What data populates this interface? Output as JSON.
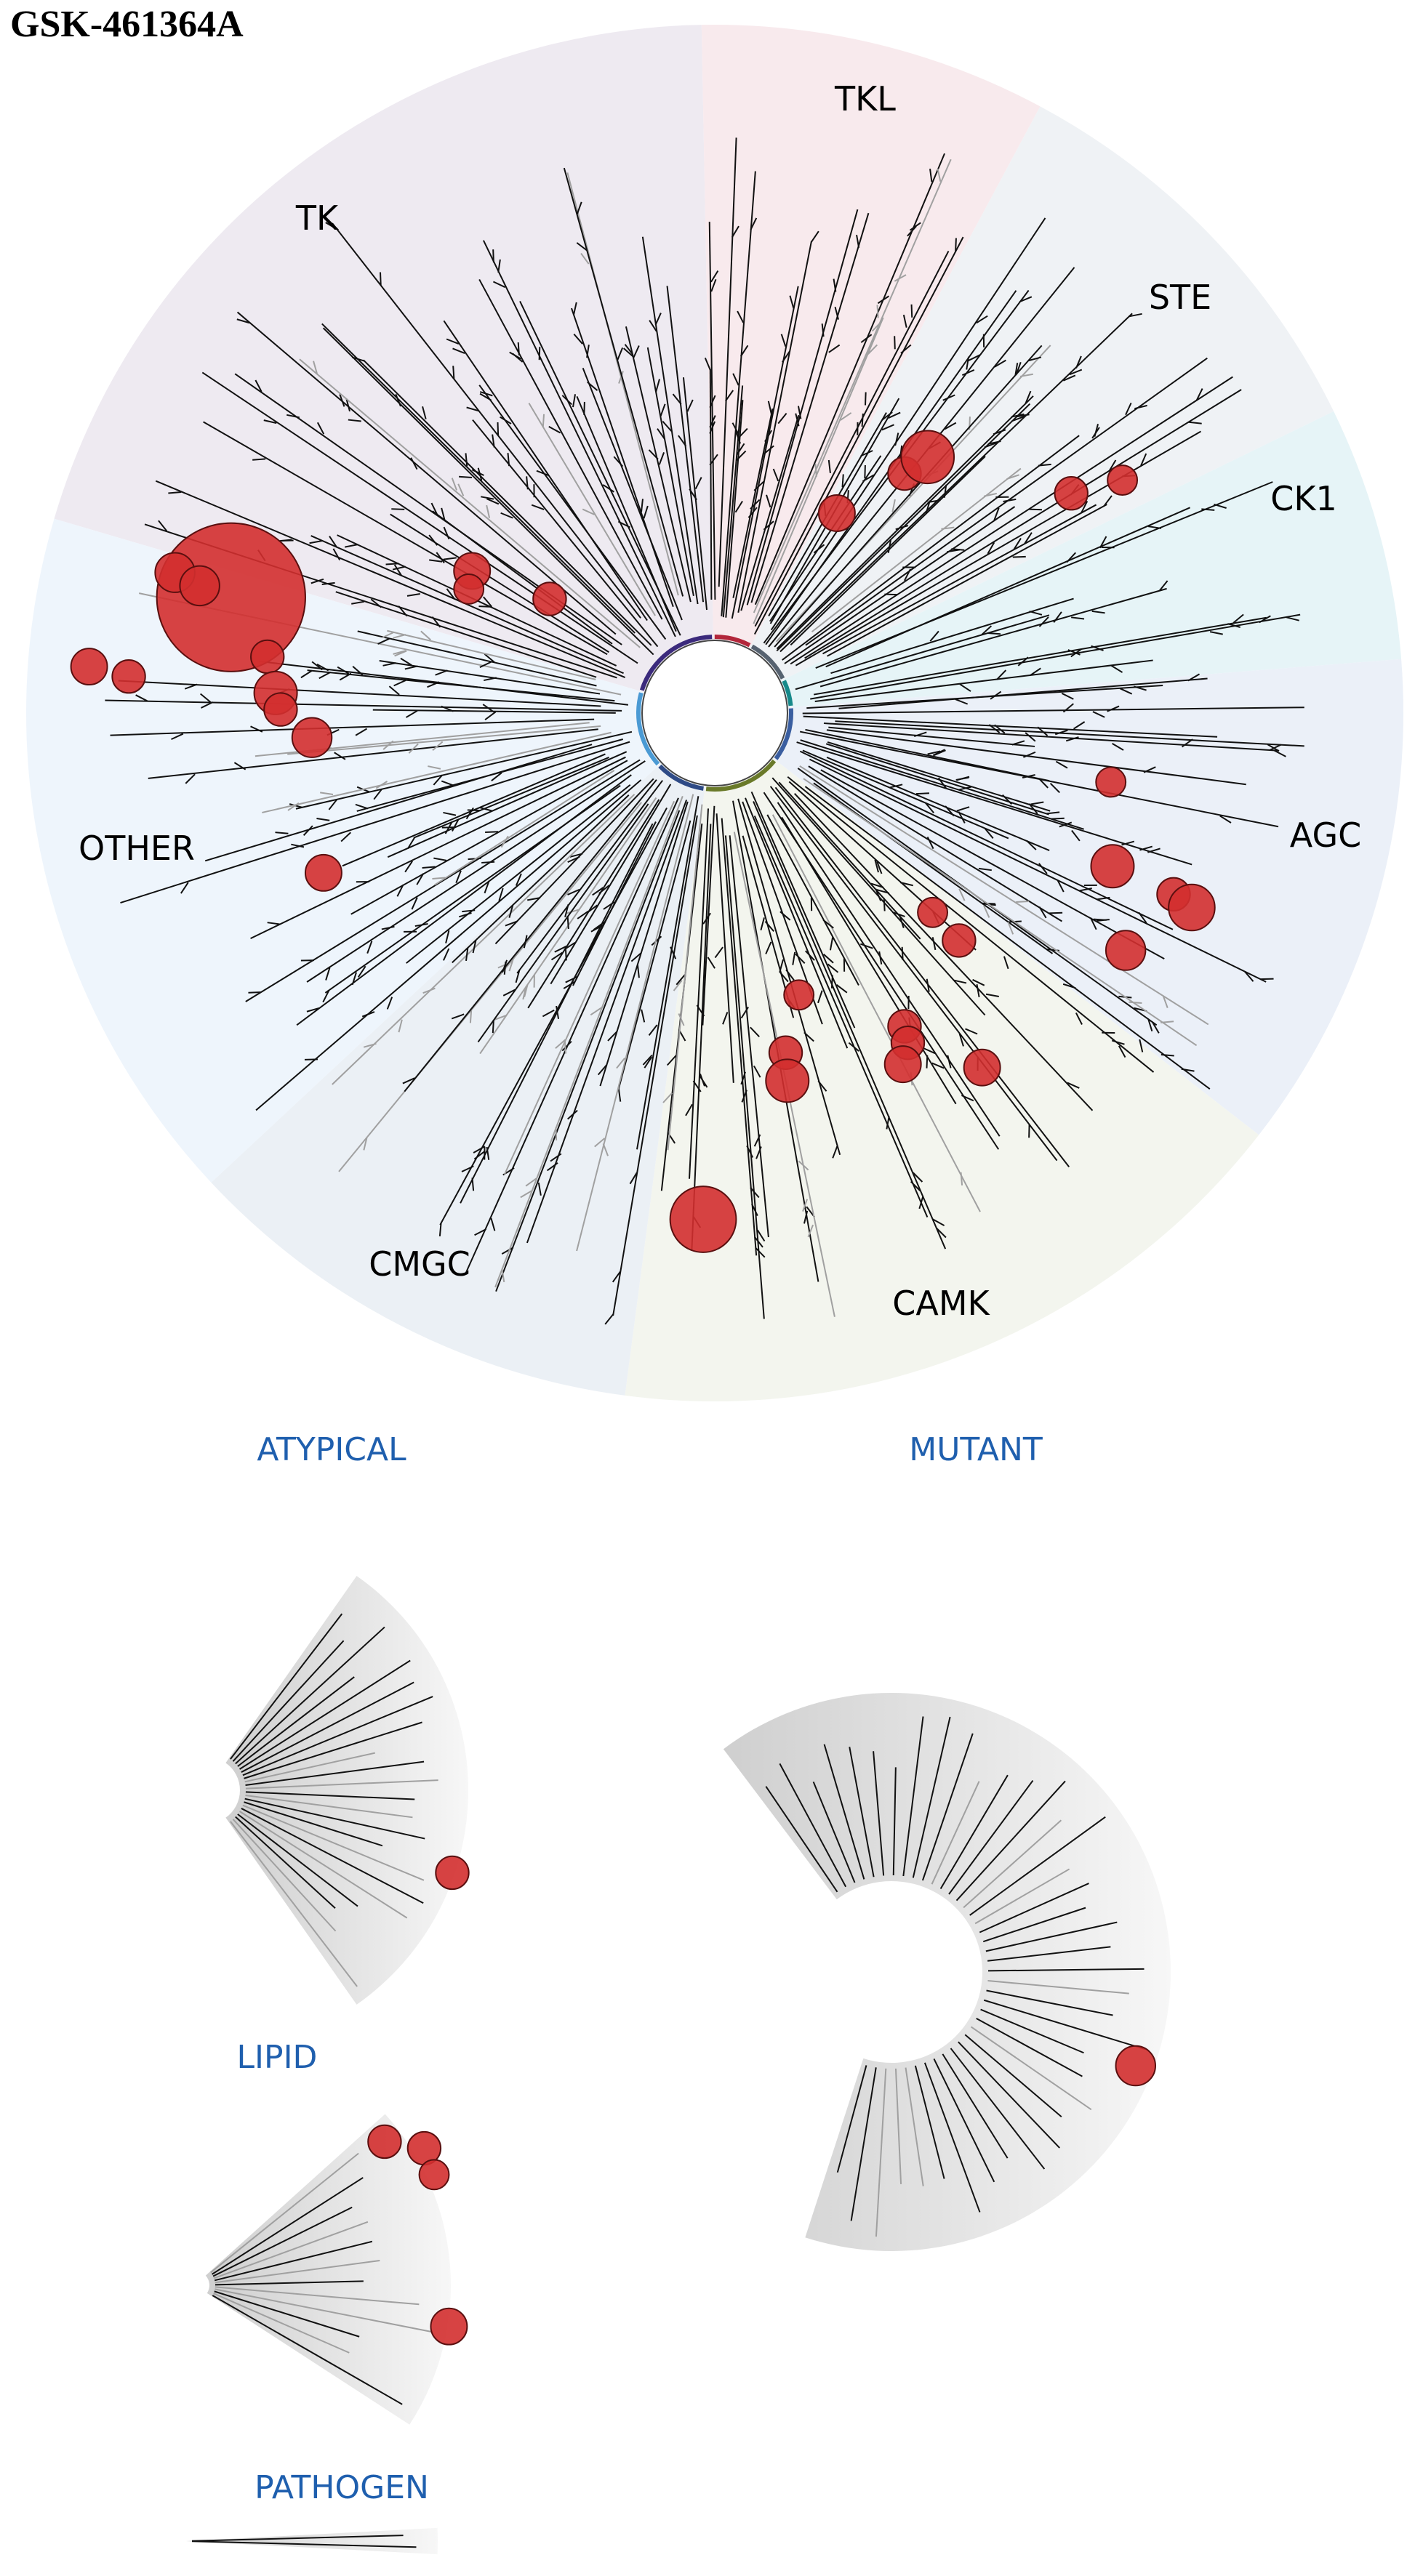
{
  "title": "GSK-461364A",
  "groups": [
    {
      "key": "TK",
      "label": "TK",
      "color": "#3b2a7c",
      "fill": "#eeeaf1"
    },
    {
      "key": "TKL",
      "label": "TKL",
      "color": "#b3263a",
      "fill": "#f8eaed"
    },
    {
      "key": "STE",
      "label": "STE",
      "color": "#566270",
      "fill": "#eff2f5"
    },
    {
      "key": "CK1",
      "label": "CK1",
      "color": "#17898a",
      "fill": "#e6f4f7"
    },
    {
      "key": "AGC",
      "label": "AGC",
      "color": "#3a5ea0",
      "fill": "#ebf0f8"
    },
    {
      "key": "CAMK",
      "label": "CAMK",
      "color": "#6a7a2a",
      "fill": "#f3f5ee"
    },
    {
      "key": "CMGC",
      "label": "CMGC",
      "color": "#2e4a86",
      "fill": "#ebf0f5"
    },
    {
      "key": "OTHER",
      "label": "OTHER",
      "color": "#4a9ad4",
      "fill": "#eef5fc"
    }
  ],
  "subtrees": {
    "atypical": "ATYPICAL",
    "mutant": "MUTANT",
    "lipid": "LIPID",
    "pathogen": "PATHOGEN"
  },
  "colors": {
    "hit": "#d32f2f",
    "hit_stroke": "#5a0f0f",
    "branch": "#111111",
    "branch_light": "#a0a0a0"
  }
}
